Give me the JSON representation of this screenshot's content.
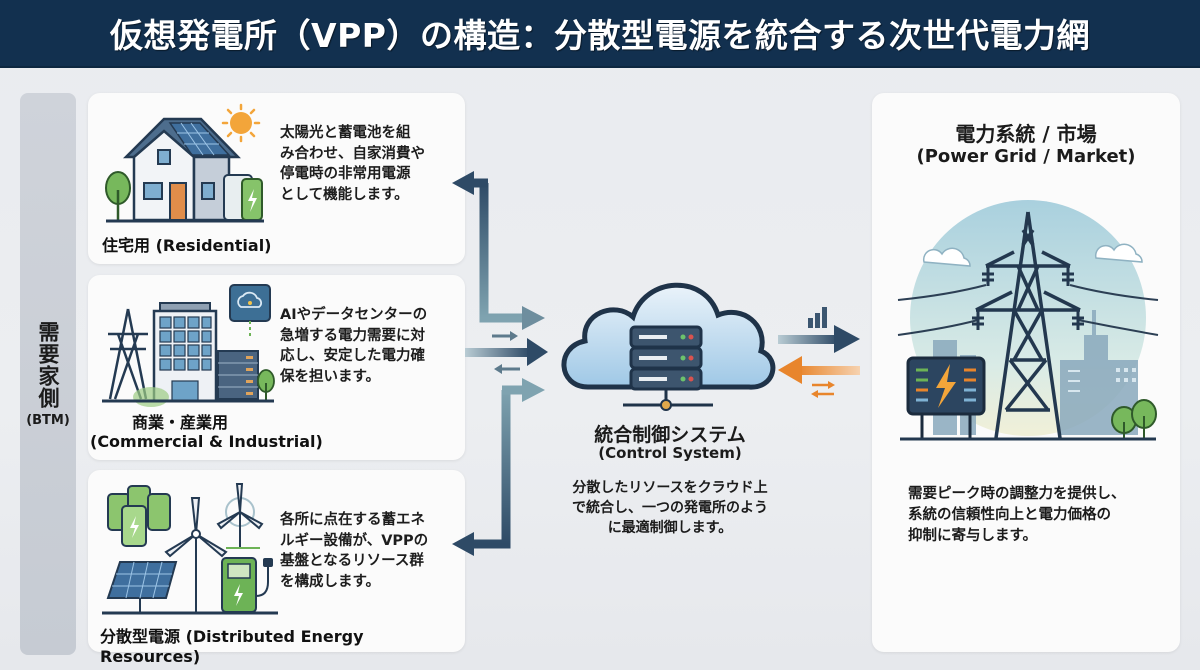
{
  "header": {
    "title": "仮想発電所（VPP）の構造：分散型電源を統合する次世代電力網"
  },
  "side_label": {
    "title": "需要家側",
    "subtitle": "(BTM)"
  },
  "resources": [
    {
      "id": "residential",
      "label": "住宅用 (Residential)",
      "description_lines": [
        "太陽光と蓄電池を組",
        "み合わせ、自家消費や",
        "停電時の非常用電源",
        "として機能します。"
      ],
      "icon": "house-solar-battery-icon"
    },
    {
      "id": "commercial",
      "label_line1": "商業・産業用",
      "label_line2": "(Commercial & Industrial)",
      "description_lines": [
        "AIやデータセンターの",
        "急増する電力需要に対",
        "応し、安定した電力確",
        "保を担います。"
      ],
      "icon": "office-datacenter-icon"
    },
    {
      "id": "der",
      "label": "分散型電源 (Distributed Energy Resources)",
      "description_lines": [
        "各所に点在する蓄エネ",
        "ルギー設備が、VPPの",
        "基盤となるリソース群",
        "を構成します。"
      ],
      "icon": "der-wind-solar-ev-icon"
    }
  ],
  "control": {
    "title": "統合制御システム",
    "subtitle": "(Control System)",
    "description_lines": [
      "分散したリソースをクラウド上",
      "で統合し、一つの発電所のよう",
      "に最適制御します。"
    ],
    "icon": "cloud-server-icon"
  },
  "grid": {
    "title": "電力系統 / 市場",
    "subtitle": "(Power Grid / Market)",
    "description_lines": [
      "需要ピーク時の調整力を提供し、",
      "系統の信頼性向上と電力価格の",
      "抑制に寄与します。"
    ],
    "icon": "transmission-tower-city-icon"
  },
  "colors": {
    "header_bg": "#12304f",
    "arrow_dark": "#2e4a66",
    "arrow_light": "#7fa3b0",
    "arrow_orange": "#e8852c",
    "accent_green": "#6db356",
    "solar_blue": "#3f6f9e"
  }
}
